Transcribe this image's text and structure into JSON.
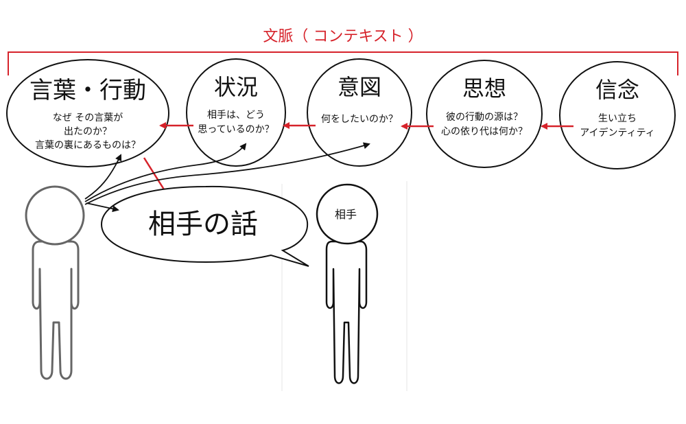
{
  "context": {
    "label": "文脈（ コンテキスト ）"
  },
  "circles": [
    {
      "title": "言葉・行動",
      "lines": [
        "なぜ その言葉が",
        "出たのか？",
        "言葉の裏にあるものは？"
      ]
    },
    {
      "title": "状況",
      "lines": [
        "相手は、どう",
        "思っているのか？"
      ]
    },
    {
      "title": "意図",
      "lines": [
        "何をしたいのか？"
      ]
    },
    {
      "title": "思想",
      "lines": [
        "彼の行動の源は？",
        "心の依り代は何か？"
      ]
    },
    {
      "title": "信念",
      "lines": [
        "生い立ち",
        "アイデンティティ"
      ]
    }
  ],
  "speech": {
    "text": "相手の話"
  },
  "partner": {
    "label": "相手"
  },
  "colors": {
    "accent": "#d6222a",
    "ink": "#111111",
    "figure_fill": "#ffffff",
    "figure_stroke": "#666666"
  }
}
